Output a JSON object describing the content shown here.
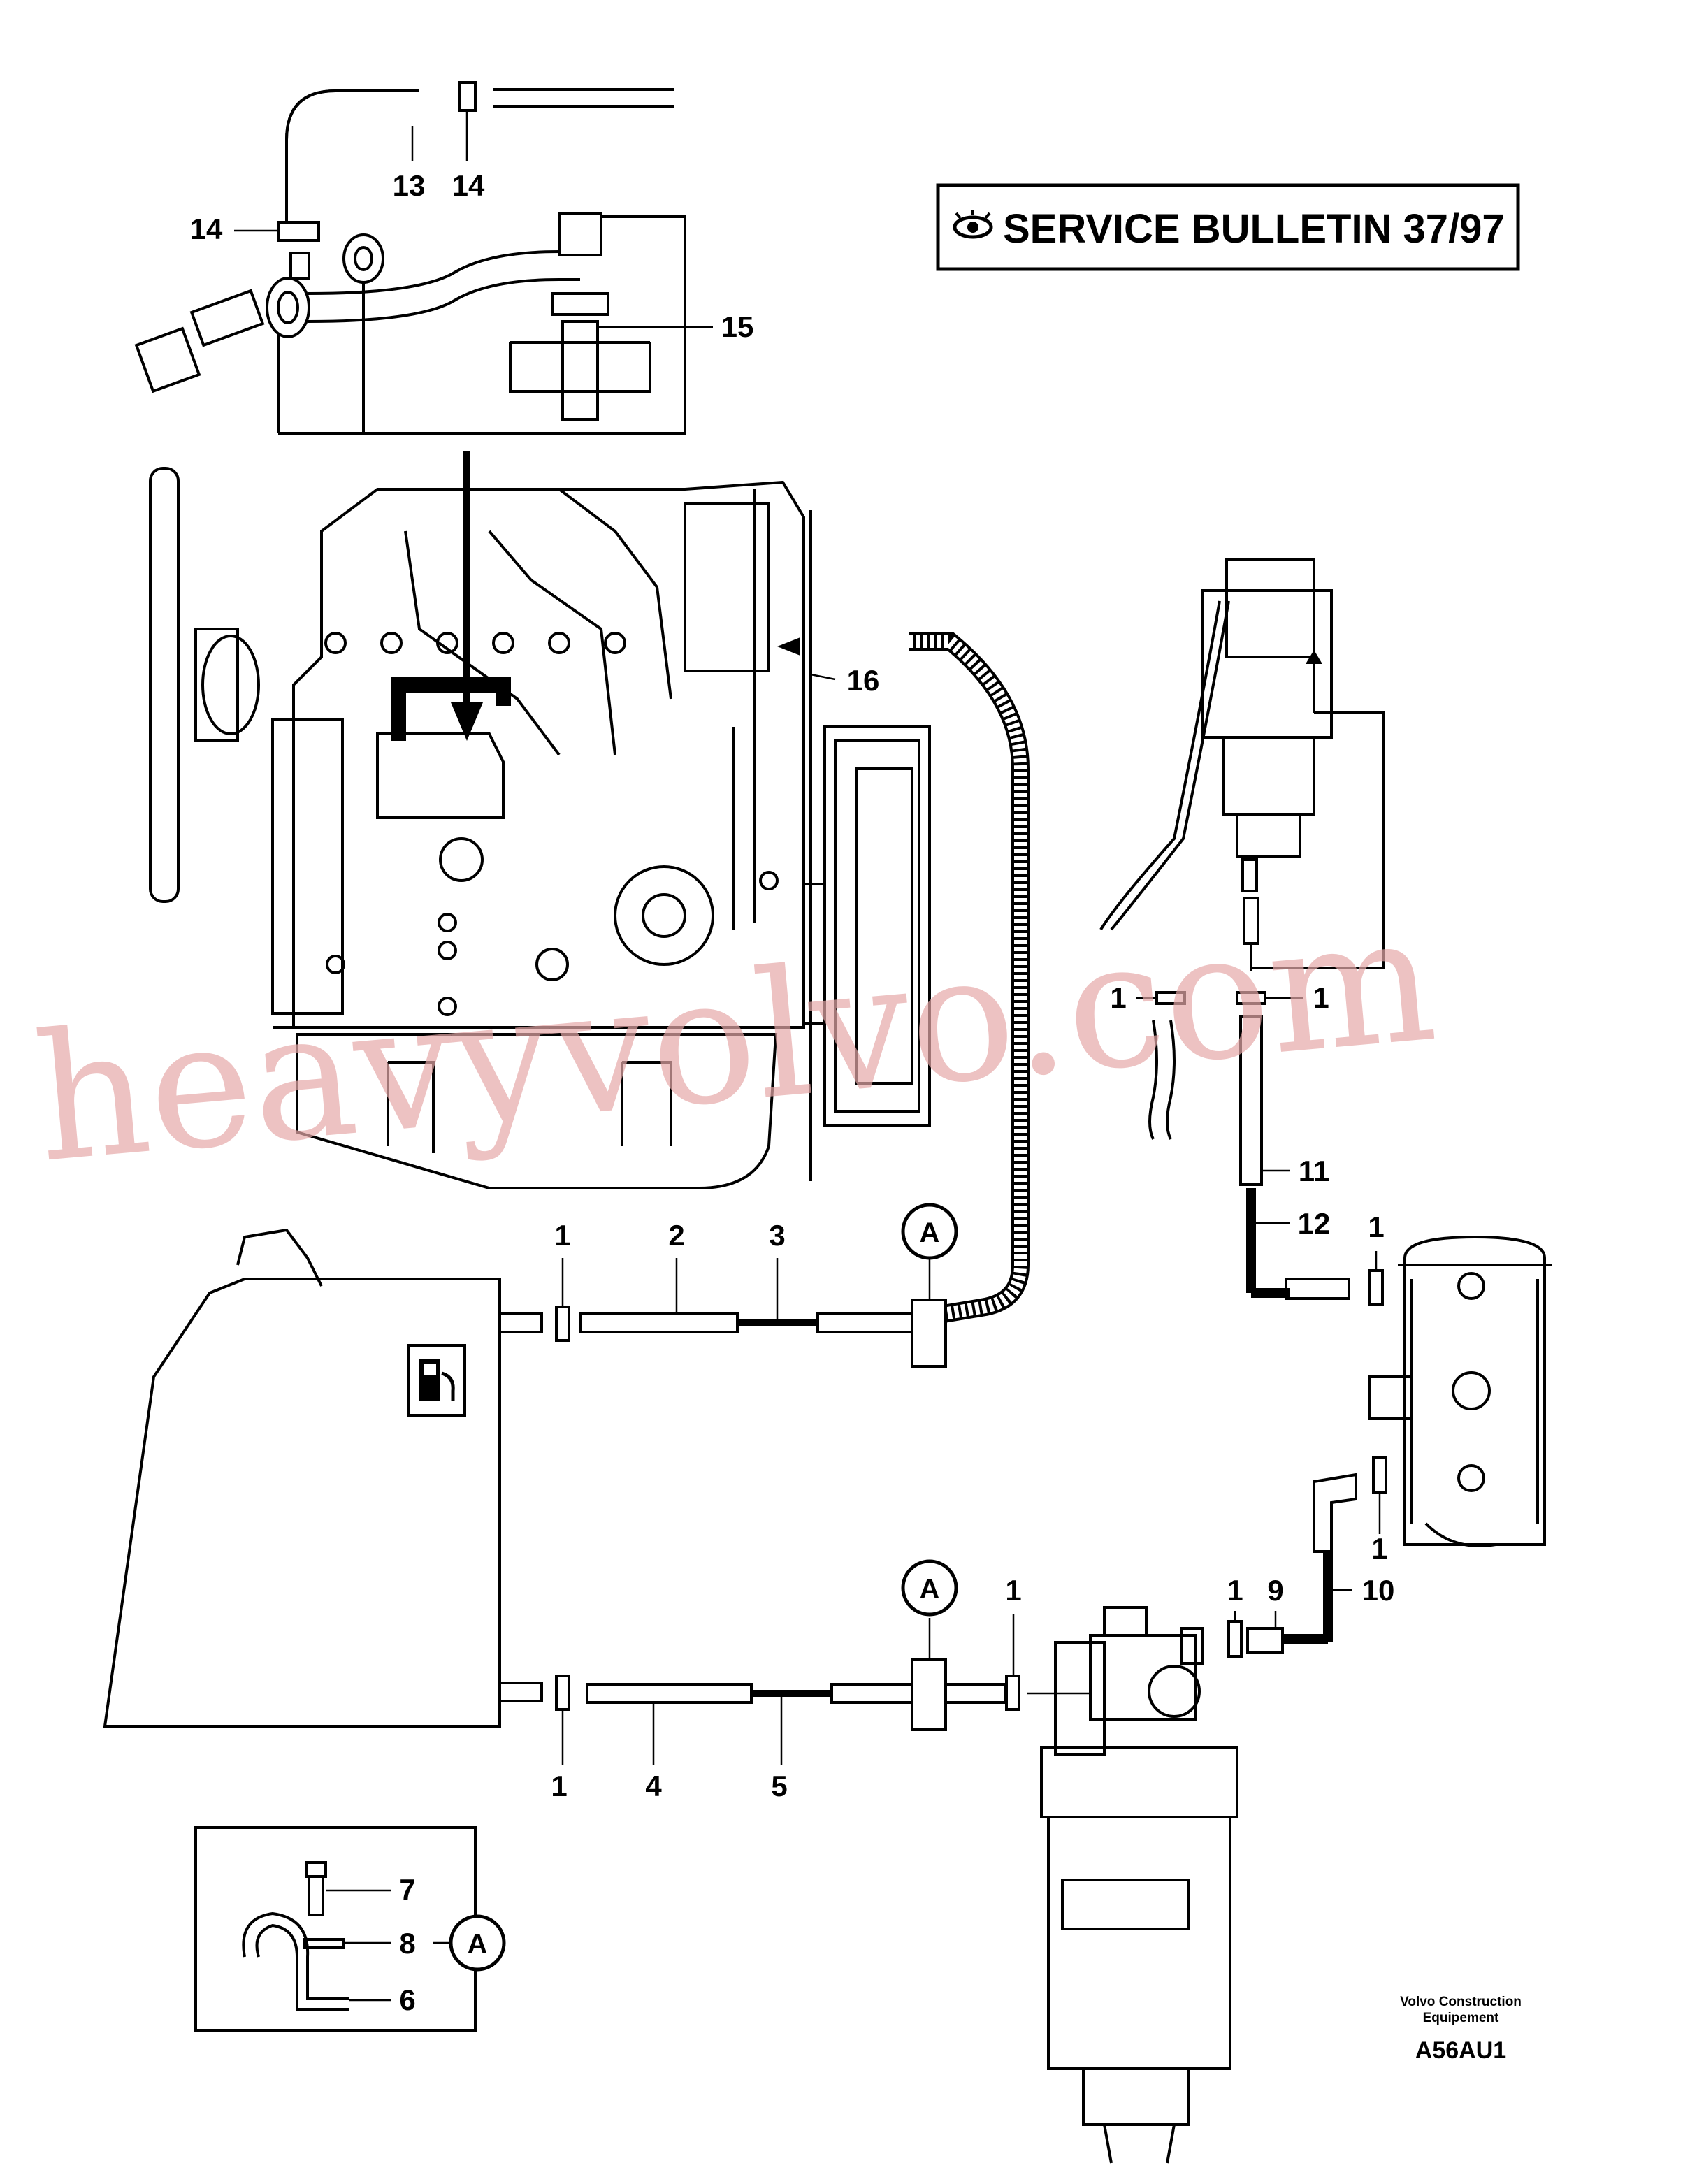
{
  "bulletin": {
    "text": "SERVICE BULLETIN 37/97",
    "icon": "eye-icon"
  },
  "callouts": {
    "a_top": "A",
    "a_bottom": "A",
    "a_inset": "A"
  },
  "part_labels": {
    "p13": "13",
    "p14_top": "14",
    "p14_left": "14",
    "p15": "15",
    "p16": "16",
    "p1_filter_left": "1",
    "p1_filter_right": "1",
    "p11": "11",
    "p12": "12",
    "p1_tank_top": "1",
    "p2": "2",
    "p3": "3",
    "p1_sep_top": "1",
    "p1_sep_bottom": "1",
    "p9": "9",
    "p10": "10",
    "p1_fitting_9": "1",
    "p1_tank_bottom": "1",
    "p4": "4",
    "p5": "5",
    "p1_bottom_line": "1",
    "p7": "7",
    "p8": "8",
    "p6": "6"
  },
  "credit": {
    "line1": "Volvo Construction",
    "line2": "Equipement"
  },
  "drawing_code": "A56AU1",
  "watermark": "heavyvolvo.com",
  "colors": {
    "line": "#000000",
    "watermark": "#e6a8a8"
  }
}
